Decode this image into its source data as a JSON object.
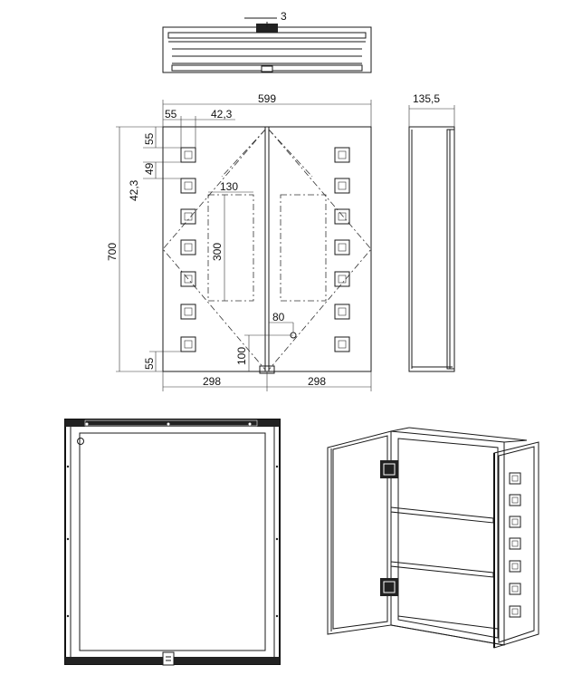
{
  "dimensions": {
    "gap": "3",
    "width_total": "599",
    "depth": "135,5",
    "left_edge_offset": "55",
    "light_h_spacing": "42,3",
    "top_offset": "55",
    "light_v_spacing_a": "42,3",
    "light_v_spacing_b": "49",
    "window_width": "130",
    "window_height": "300",
    "height_total": "700",
    "handle_offset": "80",
    "bottom_gap": "100",
    "bottom_offset": "55",
    "door_left_width": "298",
    "door_right_width": "298"
  }
}
